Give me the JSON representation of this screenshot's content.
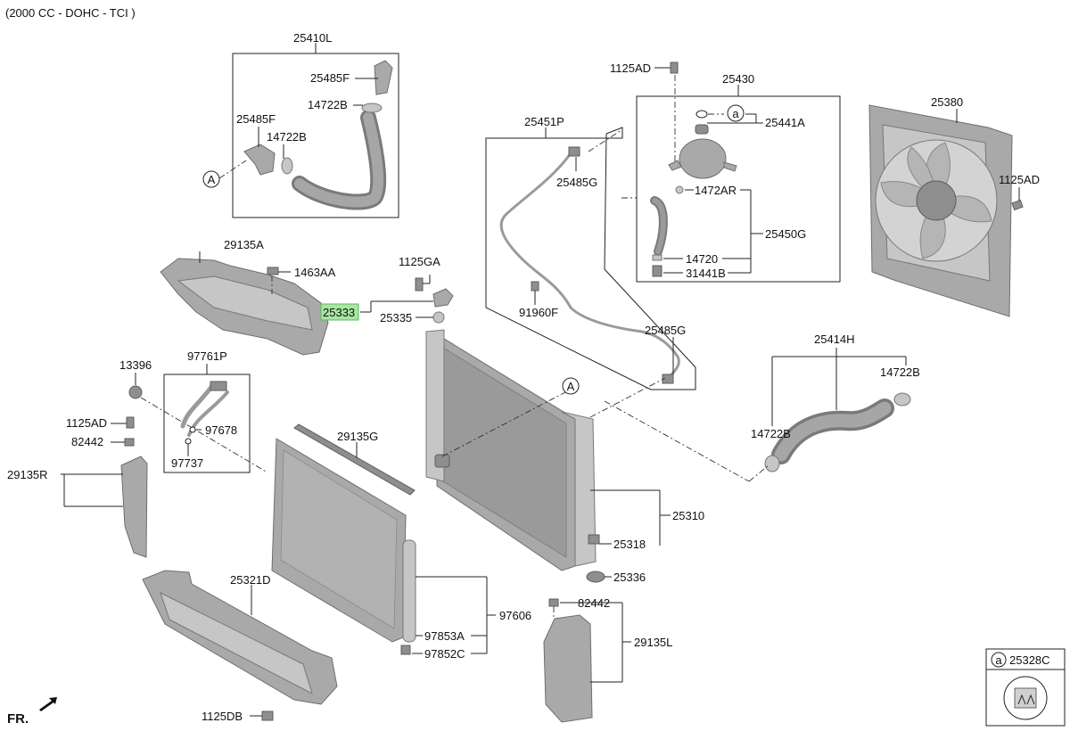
{
  "header": {
    "engine_spec": "(2000 CC - DOHC - TCI )"
  },
  "direction_label": "FR.",
  "ref_marker": "a",
  "circle_marker": "A",
  "highlight_color": "#a8e6a1",
  "labels": {
    "p25410L": "25410L",
    "p25485F_a": "25485F",
    "p14722B_a": "14722B",
    "p25485F_b": "25485F",
    "p14722B_b": "14722B",
    "p1125AD_a": "1125AD",
    "p25430": "25430",
    "p25441A": "25441A",
    "p1472AR": "1472AR",
    "p25450G": "25450G",
    "p14720": "14720",
    "p31441B": "31441B",
    "p25451P": "25451P",
    "p25485G_a": "25485G",
    "p91960F": "91960F",
    "p25485G_b": "25485G",
    "p25380": "25380",
    "p1125AD_b": "1125AD",
    "p29135A": "29135A",
    "p1463AA": "1463AA",
    "p1125GA": "1125GA",
    "p25333": "25333",
    "p25335": "25335",
    "p25414H": "25414H",
    "p14722B_c": "14722B",
    "p14722B_d": "14722B",
    "p13396": "13396",
    "p97761P": "97761P",
    "p1125AD_c": "1125AD",
    "p82442_a": "82442",
    "p97678": "97678",
    "p97737": "97737",
    "p29135R": "29135R",
    "p29135G": "29135G",
    "p25310": "25310",
    "p25318": "25318",
    "p25336": "25336",
    "p25321D": "25321D",
    "p97606": "97606",
    "p97853A": "97853A",
    "p97852C": "97852C",
    "p82442_b": "82442",
    "p29135L": "29135L",
    "p1125DB": "1125DB",
    "p25328C": "25328C"
  }
}
